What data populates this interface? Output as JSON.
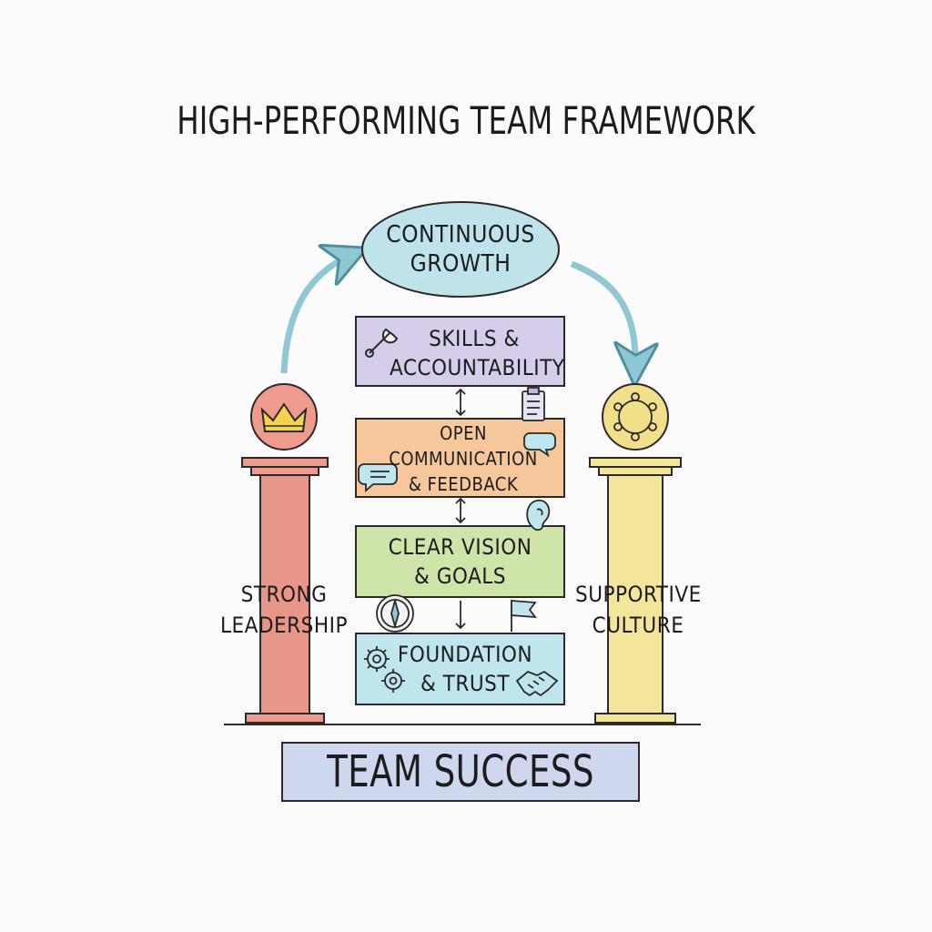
{
  "title": "HIGH-PERFORMING TEAM FRAMEWORK",
  "cycle": {
    "top": {
      "line1": "CONTINUOUS",
      "line2": "GROWTH",
      "fill": "#bfe3ea"
    }
  },
  "pillars": [
    {
      "line1": "STRONG",
      "line2": "LEADERSHIP",
      "icon": "crown-icon",
      "color": "#e9968a",
      "cap_color": "#ee9b8d"
    },
    {
      "line1": "SUPPORTIVE",
      "line2": "CULTURE",
      "icon": "people-circle-icon",
      "color": "#f3e69a",
      "cap_color": "#f1df8a"
    }
  ],
  "blocks": [
    {
      "line1": "SKILLS &",
      "line2": "ACCOUNTABILITY",
      "color": "#d6cdea",
      "icons": [
        "wrench-icon",
        "clipboard-icon"
      ]
    },
    {
      "line1": "OPEN",
      "line2": "COMMUNICATION",
      "line3": "& FEEDBACK",
      "color": "#f6c79a",
      "icons": [
        "speech-bubble-icon",
        "chat-bubble-icon",
        "ear-icon"
      ]
    },
    {
      "line1": "CLEAR VISION",
      "line2": "& GOALS",
      "color": "#cfe4a8",
      "icons": [
        "compass-icon",
        "flag-icon"
      ]
    },
    {
      "line1": "FOUNDATION",
      "line2": "& TRUST",
      "color": "#bfe6ec",
      "icons": [
        "gears-icon",
        "handshake-icon"
      ]
    }
  ],
  "base": {
    "label": "TEAM SUCCESS",
    "color": "#cdd8ee"
  },
  "colors": {
    "arrow": "#8fc8d4",
    "outline": "#2a2a2a"
  }
}
